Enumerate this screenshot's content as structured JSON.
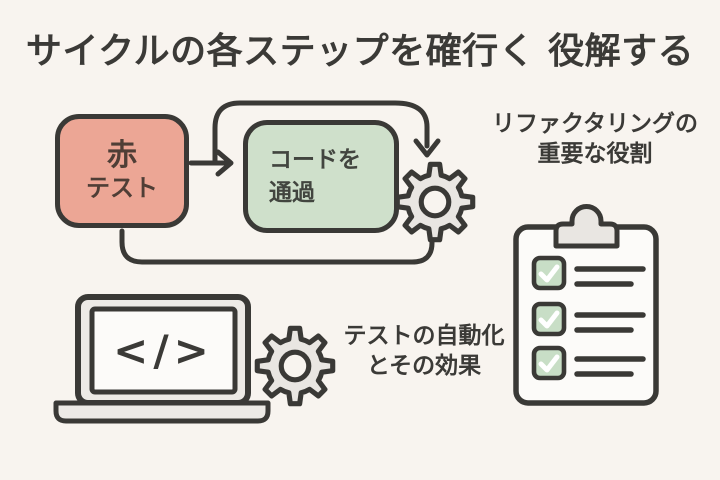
{
  "title": "サイクルの各ステップを確行く 役解する",
  "flow": {
    "red_box": {
      "line1": "赤",
      "line2": "テスト"
    },
    "green_box": {
      "line1": "コードを",
      "line2": "通過"
    }
  },
  "labels": {
    "refactoring": {
      "line1": "リファクタリングの",
      "line2": "重要な役割"
    },
    "automation": {
      "line1": "テストの自動化",
      "line2": "とその効果"
    }
  },
  "laptop": {
    "code_symbol": "</>"
  },
  "clipboard": {
    "rows": 3,
    "all_checked": true
  },
  "icons": {
    "gear": "⚙",
    "clipboard": "📋",
    "laptop": "💻",
    "checkmark": "✓",
    "arrow_right": "→",
    "arrow_down": "↓",
    "code": "</>"
  },
  "colors": {
    "background": "#f8f4ef",
    "outline": "#3a3936",
    "red_box_fill": "#eca695",
    "green_box_fill": "#cfe0cb",
    "checkbox_green": "#c8dec6",
    "gray_fill": "#e9e6e2",
    "panel_white": "#fcfbf9",
    "text": "#3b3a37"
  }
}
